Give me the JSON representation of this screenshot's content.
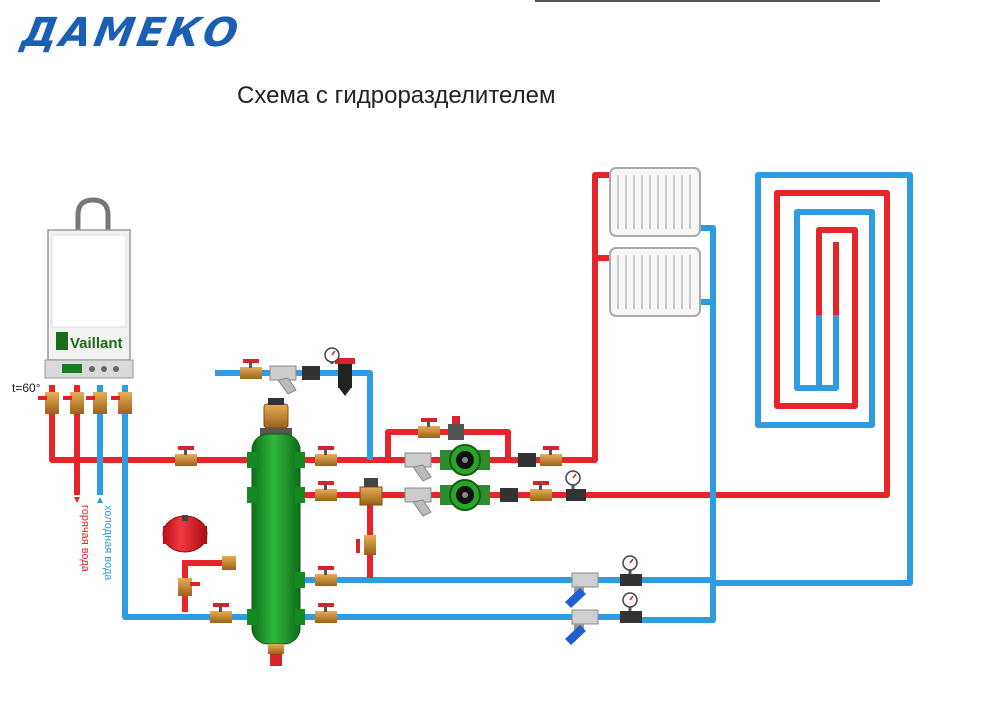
{
  "header": {
    "logo_text": "ДАМЕКО",
    "title": "Схема с гидроразделителем"
  },
  "boiler": {
    "brand": "Vaillant",
    "temperature_label": "t=60°"
  },
  "labels": {
    "hot_water": "горячая вода",
    "cold_water": "холодная вода"
  },
  "colors": {
    "supply_pipe": "#e8242b",
    "return_pipe": "#2f9be0",
    "hydraulic_separator": "#1f9a2a",
    "pump": "#2e8b2e",
    "valve_body": "#c98a2b",
    "valve_handle": "#d8232a",
    "logo": "#1a5fb4"
  }
}
